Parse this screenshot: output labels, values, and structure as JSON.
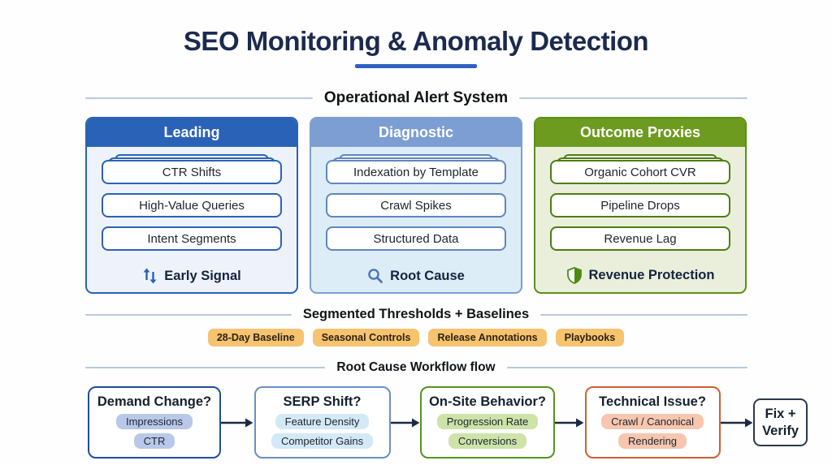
{
  "title": "SEO Monitoring & Anomaly Detection",
  "colors": {
    "title_text": "#1b2a4e",
    "title_underline": "#2e63c2",
    "divider_line": "#b9c9de",
    "leading_accent": "#2a62b8",
    "leading_body_bg": "#eef3fb",
    "diagnostic_accent": "#7d9ed2",
    "diagnostic_body_bg": "#dcedf7",
    "outcome_accent": "#6d9b1f",
    "outcome_body_bg": "#e9efdb",
    "badge_bg": "#f6c36f",
    "step_demand_border": "#1f4e9c",
    "step_serp_border": "#6b8fc4",
    "step_onsite_border": "#55931f",
    "step_technical_border": "#cd6233",
    "terminal_border": "#2c3850",
    "arrow": "#1c2b45"
  },
  "alert_system": {
    "heading": "Operational Alert System",
    "columns": [
      {
        "header": "Leading",
        "items": [
          "CTR Shifts",
          "High-Value Queries",
          "Intent Segments"
        ],
        "footer_icon": "swap-vertical-icon",
        "footer_label": "Early Signal"
      },
      {
        "header": "Diagnostic",
        "items": [
          "Indexation by Template",
          "Crawl Spikes",
          "Structured Data"
        ],
        "footer_icon": "magnifier-icon",
        "footer_label": "Root Cause"
      },
      {
        "header": "Outcome Proxies",
        "items": [
          "Organic Cohort CVR",
          "Pipeline Drops",
          "Revenue Lag"
        ],
        "footer_icon": "shield-icon",
        "footer_label": "Revenue Protection"
      }
    ]
  },
  "thresholds": {
    "heading": "Segmented Thresholds + Baselines",
    "badges": [
      "28-Day Baseline",
      "Seasonal Controls",
      "Release Annotations",
      "Playbooks"
    ]
  },
  "workflow": {
    "heading": "Root Cause Workflow flow",
    "steps": [
      {
        "title": "Demand Change?",
        "tags": [
          "Impressions",
          "CTR"
        ]
      },
      {
        "title": "SERP Shift?",
        "tags": [
          "Feature Density",
          "Competitor Gains"
        ]
      },
      {
        "title": "On-Site Behavior?",
        "tags": [
          "Progression Rate",
          "Conversions"
        ]
      },
      {
        "title": "Technical Issue?",
        "tags": [
          "Crawl / Canonical",
          "Rendering"
        ]
      }
    ],
    "terminal_line1": "Fix +",
    "terminal_line2": "Verify"
  }
}
